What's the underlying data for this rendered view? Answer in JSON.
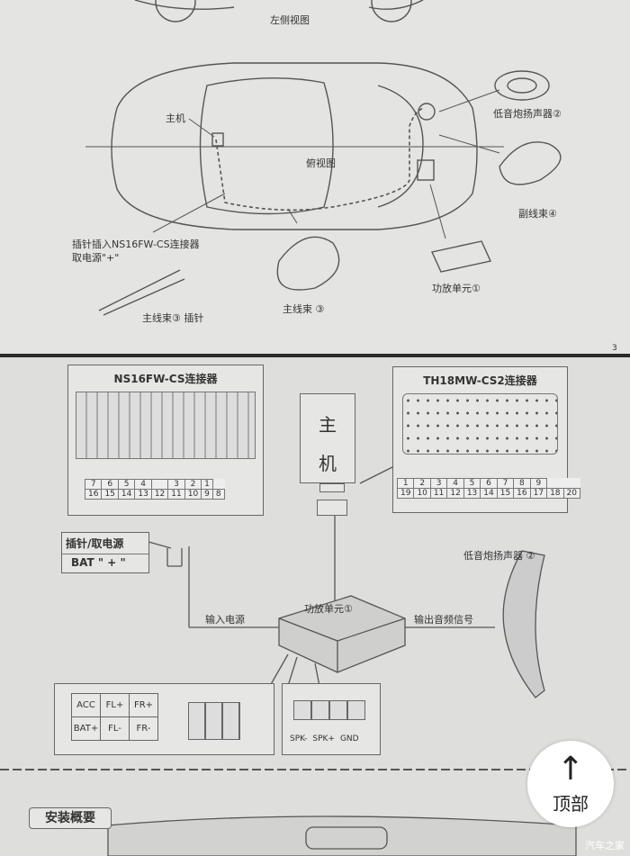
{
  "page1": {
    "side_view_label": "左侧视图",
    "host_label": "主机",
    "top_view_label": "俯视图",
    "subwoofer_label": "低音炮扬声器②",
    "sub_harness_label": "副线束④",
    "pin_insert_note_line1": "插针插入NS16FW-CS连接器",
    "pin_insert_note_line2": "取电源\"+\"",
    "main_harness_pin_label": "主线束③ 插针",
    "main_harness_label": "主线束 ③",
    "amp_label": "功放单元①",
    "page_number": "3"
  },
  "page2": {
    "ns_connector_title": "NS16FW-CS连接器",
    "ns_pins_top": [
      "7",
      "6",
      "5",
      "4",
      "",
      "3",
      "2",
      "1"
    ],
    "ns_pins_bottom": [
      "16",
      "15",
      "14",
      "13",
      "12",
      "11",
      "10",
      "9",
      "8"
    ],
    "host_char1": "主",
    "host_char2": "机",
    "th_connector_title": "TH18MW-CS2连接器",
    "th_pins_top": [
      "1",
      "2",
      "3",
      "4",
      "5",
      "6",
      "7",
      "8",
      "9"
    ],
    "th_pins_bottom": [
      "19",
      "10",
      "11",
      "12",
      "13",
      "14",
      "15",
      "16",
      "17",
      "18",
      "20"
    ],
    "pin_power_title": "插针/取电源",
    "pin_power_value": "BAT \" + \"",
    "input_power_label": "输入电源",
    "amp_label": "功放单元①",
    "output_audio_label": "输出音频信号",
    "subwoofer_label": "低音炮扬声器 ②",
    "power_pins": [
      [
        "ACC",
        "FL+",
        "FR+"
      ],
      [
        "BAT+",
        "FL-",
        "FR-"
      ]
    ],
    "speaker_pins": [
      "SPK-",
      "SPK+",
      "GND"
    ],
    "section_title": "安装概要"
  },
  "overlay": {
    "top_button_label": "顶部",
    "watermark": "汽车之家"
  }
}
